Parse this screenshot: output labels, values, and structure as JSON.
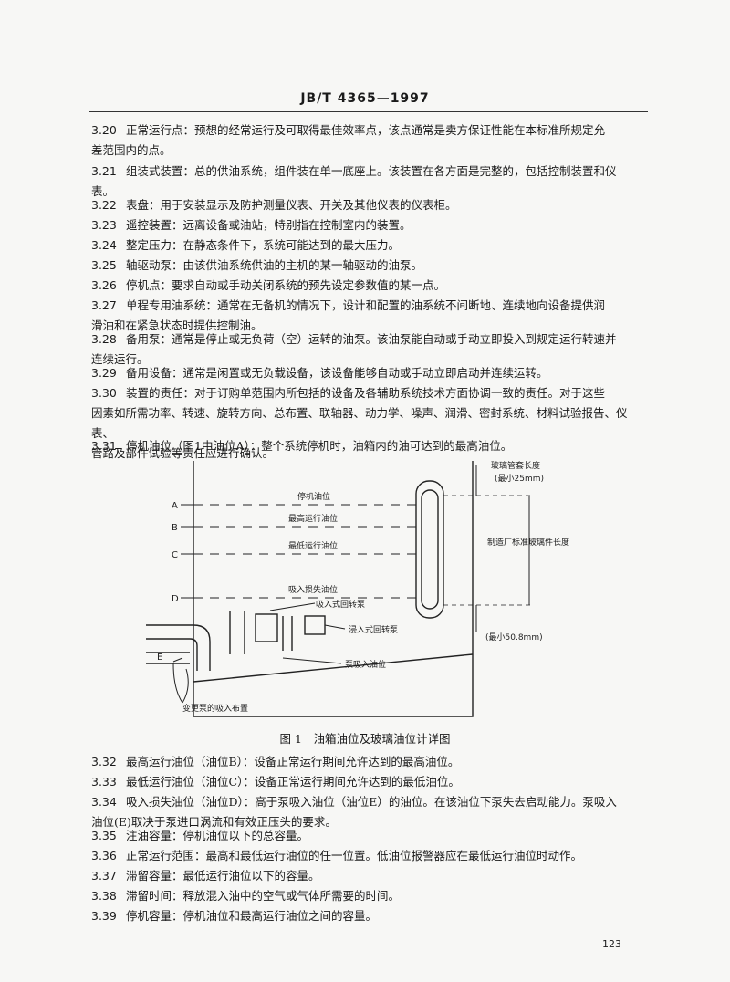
{
  "header": {
    "title": "JB/T 4365—1997"
  },
  "clauses": [
    {
      "num": "3.20",
      "lines": [
        "正常运行点：预想的经常运行及可取得最佳效率点，该点通常是卖方保证性能在本标准所规定允",
        "差范围内的点。"
      ]
    },
    {
      "num": "3.21",
      "lines": [
        "组装式装置：总的供油系统，组件装在单一底座上。该装置在各方面是完整的，包括控制装置和仪",
        "表。"
      ]
    },
    {
      "num": "3.22",
      "lines": [
        "表盘：用于安装显示及防护测量仪表、开关及其他仪表的仪表柜。"
      ]
    },
    {
      "num": "3.23",
      "lines": [
        "遥控装置：远离设备或油站，特别指在控制室内的装置。"
      ]
    },
    {
      "num": "3.24",
      "lines": [
        "整定压力：在静态条件下，系统可能达到的最大压力。"
      ]
    },
    {
      "num": "3.25",
      "lines": [
        "轴驱动泵：由该供油系统供油的主机的某一轴驱动的油泵。"
      ]
    },
    {
      "num": "3.26",
      "lines": [
        "停机点：要求自动或手动关闭系统的预先设定参数值的某一点。"
      ]
    },
    {
      "num": "3.27",
      "lines": [
        "单程专用油系统：通常在无备机的情况下，设计和配置的油系统不间断地、连续地向设备提供润",
        "滑油和在紧急状态时提供控制油。"
      ]
    },
    {
      "num": "3.28",
      "lines": [
        "备用泵：通常是停止或无负荷（空）运转的油泵。该油泵能自动或手动立即投入到规定运行转速并",
        "连续运行。"
      ]
    },
    {
      "num": "3.29",
      "lines": [
        "备用设备：通常是闲置或无负载设备，该设备能够自动或手动立即启动并连续运转。"
      ]
    },
    {
      "num": "3.30",
      "lines": [
        "装置的责任：对于订购单范围内所包括的设备及各辅助系统技术方面协调一致的责任。对于这些",
        "因素如所需功率、转速、旋转方向、总布置、联轴器、动力学、噪声、润滑、密封系统、材料试验报告、仪表、",
        "管路及部件试验等责任应进行确认。"
      ]
    },
    {
      "num": "3.31",
      "lines": [
        "停机油位（图1中油位A）：整个系统停机时，油箱内的油可达到的最高油位。"
      ]
    }
  ],
  "figure": {
    "levels": [
      {
        "letter": "A",
        "label": "停机油位"
      },
      {
        "letter": "B",
        "label": "最高运行油位"
      },
      {
        "letter": "C",
        "label": "最低运行油位"
      },
      {
        "letter": "D",
        "label": "吸入损失油位"
      }
    ],
    "e_letter": "E",
    "pump_label_1": "吸入式回转泵",
    "pump_label_2": "浸入式回转泵",
    "pump_suction_label": "泵吸入油位",
    "arrangement_label": "变更泵的吸入布置",
    "glass_len_label": "玻璃管套长度",
    "glass_len_min": "(最小25mm)",
    "mfr_len_label": "制造厂标准玻璃件长度",
    "bottom_min": "(最小50.8mm)"
  },
  "caption": "图 1　油箱油位及玻璃油位计详图",
  "clauses2": [
    {
      "num": "3.32",
      "lines": [
        "最高运行油位（油位B）：设备正常运行期间允许达到的最高油位。"
      ]
    },
    {
      "num": "3.33",
      "lines": [
        "最低运行油位（油位C）：设备正常运行期间允许达到的最低油位。"
      ]
    },
    {
      "num": "3.34",
      "lines": [
        "吸入损失油位（油位D）：高于泵吸入油位（油位E）的油位。在该油位下泵失去启动能力。泵吸入",
        "油位(E)取决于泵进口涡流和有效正压头的要求。"
      ]
    },
    {
      "num": "3.35",
      "lines": [
        "注油容量：停机油位以下的总容量。"
      ]
    },
    {
      "num": "3.36",
      "lines": [
        "正常运行范围：最高和最低运行油位的任一位置。低油位报警器应在最低运行油位时动作。"
      ]
    },
    {
      "num": "3.37",
      "lines": [
        "滞留容量：最低运行油位以下的容量。"
      ]
    },
    {
      "num": "3.38",
      "lines": [
        "滞留时间：释放混入油中的空气或气体所需要的时间。"
      ]
    },
    {
      "num": "3.39",
      "lines": [
        "停机容量：停机油位和最高运行油位之间的容量。"
      ]
    }
  ],
  "page_number": "123"
}
